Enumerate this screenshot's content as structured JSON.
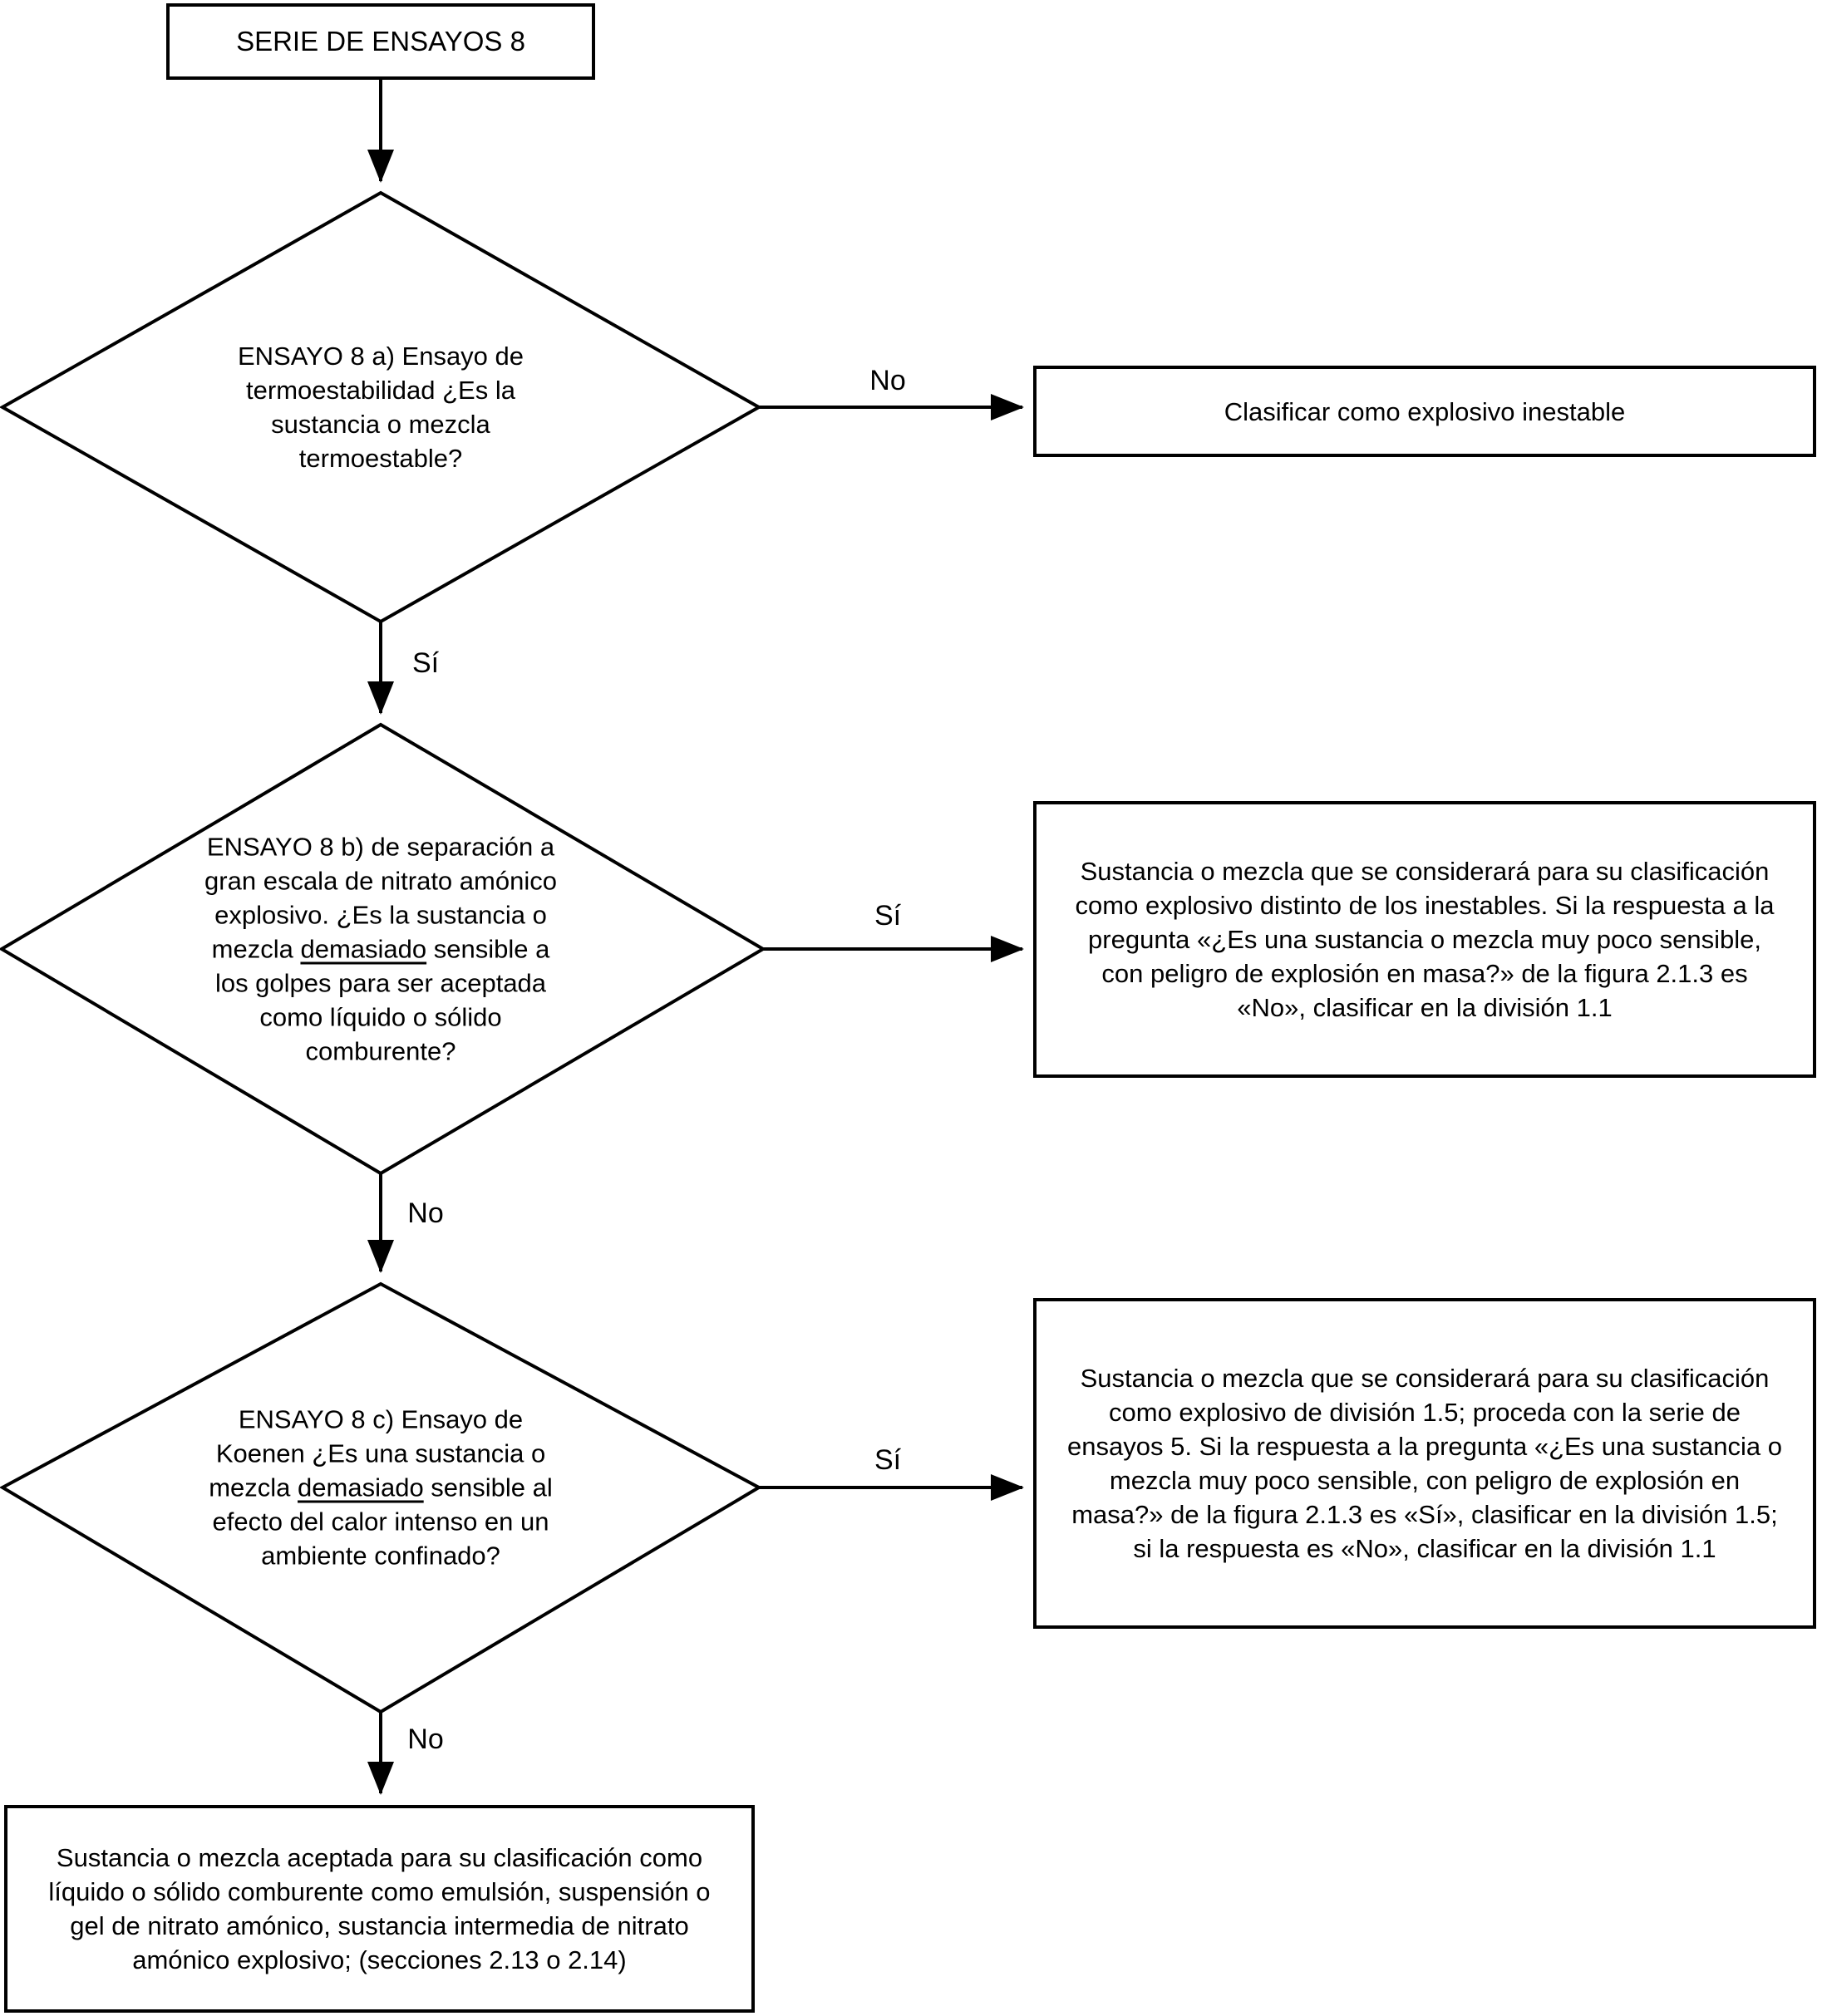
{
  "nodes": {
    "start": {
      "label": "SERIE DE ENSAYOS 8"
    },
    "d8a": {
      "text": "ENSAYO 8 a) Ensayo de\ntermoestabilidad ¿Es la\nsustancia o mezcla\ntermoestable?"
    },
    "r1": {
      "text": "Clasificar como explosivo inestable"
    },
    "d8b": {
      "pre": "ENSAYO 8 b) de separación a\ngran escala de nitrato amónico\nexplosivo. ¿Es la sustancia o\nmezcla ",
      "u": "demasiado",
      "post": " sensible a\nlos golpes para ser aceptada\ncomo líquido o sólido\ncomburente?"
    },
    "r2": {
      "text": "Sustancia o mezcla que se considerará para su clasificación\ncomo explosivo distinto de los inestables. Si la respuesta a la\npregunta «¿Es una sustancia o mezcla muy poco sensible,\ncon peligro de explosión en masa?» de la figura 2.1.3 es\n«No», clasificar en la división 1.1"
    },
    "d8c": {
      "pre": "ENSAYO 8 c) Ensayo de\nKoenen ¿Es una sustancia o\nmezcla ",
      "u": "demasiado",
      "post": " sensible al\nefecto del calor intenso en un\nambiente confinado?"
    },
    "r3": {
      "text": "Sustancia o mezcla que se considerará para su clasificación\ncomo explosivo de división 1.5; proceda con la serie de\nensayos 5. Si la respuesta a la pregunta «¿Es una sustancia o\nmezcla muy poco sensible, con peligro de explosión en\nmasa?» de la figura 2.1.3 es «Sí», clasificar en la división 1.5;\nsi la respuesta es «No», clasificar en la división 1.1"
    },
    "r4": {
      "text": "Sustancia o mezcla aceptada para su clasificación como\nlíquido o sólido comburente como emulsión, suspensión o\ngel de nitrato amónico, sustancia intermedia de nitrato\namónico explosivo; (secciones 2.13 o 2.14)"
    }
  },
  "edges": {
    "e8a_no": "No",
    "e8a_si": "Sí",
    "e8b_si": "Sí",
    "e8b_no": "No",
    "e8c_si": "Sí",
    "e8c_no": "No"
  },
  "colors": {
    "line": "#000000",
    "background": "#ffffff"
  }
}
